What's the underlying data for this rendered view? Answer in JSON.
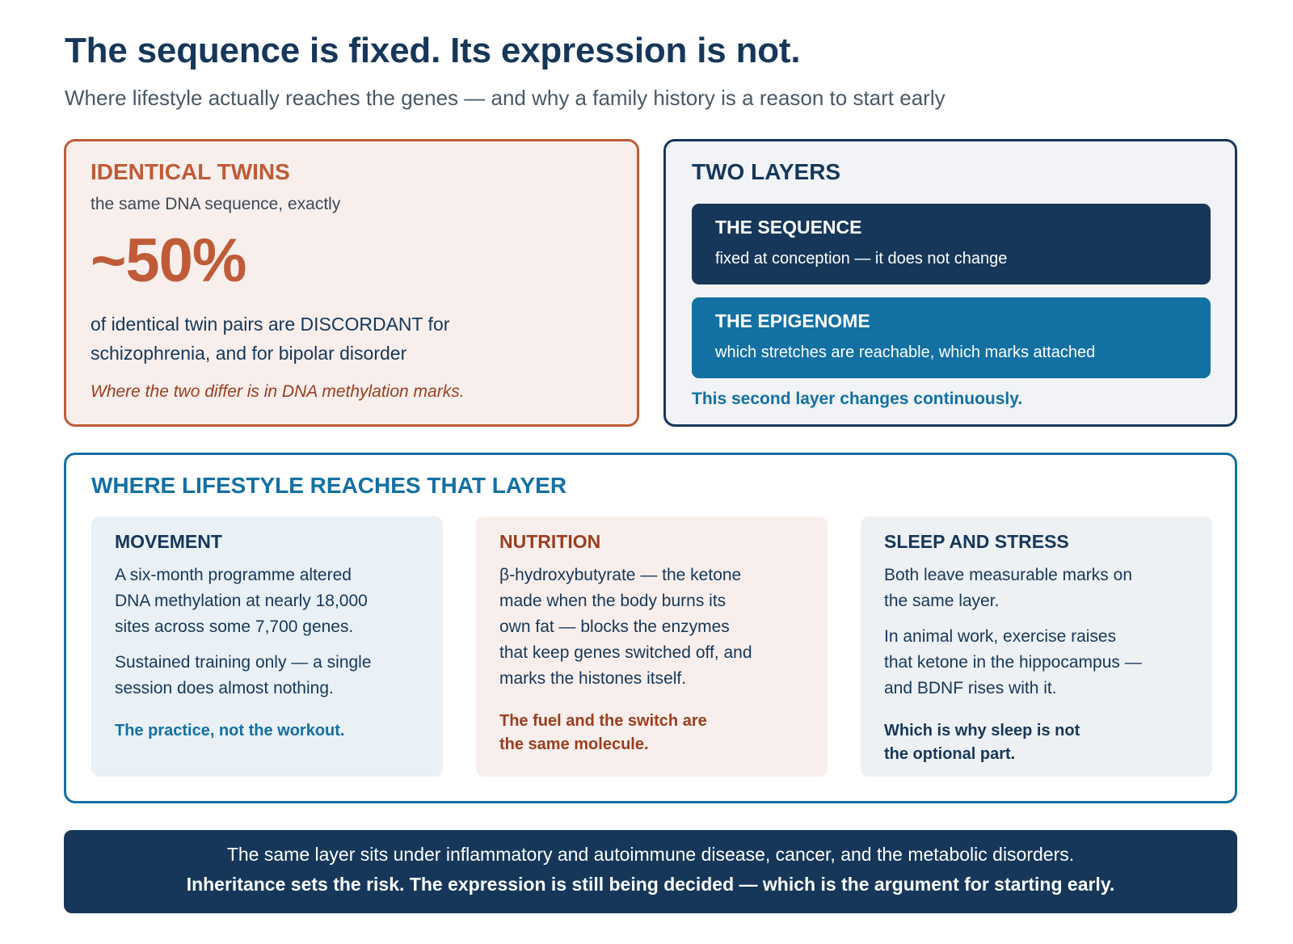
{
  "header": {
    "title": "The sequence is fixed. Its expression is not.",
    "subtitle": "Where lifestyle actually reaches the genes — and why a family history is a reason to start early"
  },
  "twins": {
    "title": "IDENTICAL TWINS",
    "subtitle": "the same DNA sequence, exactly",
    "stat": "~50%",
    "description_line1": "of identical twin pairs are DISCORDANT for",
    "description_line2": "schizophrenia, and for bipolar disorder",
    "note": "Where the two differ is in DNA methylation marks."
  },
  "layers": {
    "title": "TWO LAYERS",
    "sequence": {
      "name": "THE SEQUENCE",
      "description": "fixed at conception — it does not change"
    },
    "epigenome": {
      "name": "THE EPIGENOME",
      "description": "which stretches are reachable, which marks attached"
    },
    "note": "This second layer changes continuously."
  },
  "lifestyle": {
    "title": "WHERE LIFESTYLE REACHES THAT LAYER",
    "columns": [
      {
        "title": "MOVEMENT",
        "paragraphs": [
          [
            "A six-month programme altered",
            "DNA methylation at nearly 18,000",
            "sites across some 7,700 genes."
          ],
          [
            "Sustained training only — a single",
            "session does almost nothing."
          ]
        ],
        "takeaway": [
          "The practice, not the workout."
        ]
      },
      {
        "title": "NUTRITION",
        "paragraphs": [
          [
            "β-hydroxybutyrate — the ketone",
            "made when the body burns its",
            "own fat — blocks the enzymes",
            "that keep genes switched off, and",
            "marks the histones itself."
          ]
        ],
        "takeaway": [
          "The fuel and the switch are",
          "the same molecule."
        ]
      },
      {
        "title": "SLEEP AND STRESS",
        "paragraphs": [
          [
            "Both leave measurable marks on",
            "the same layer."
          ],
          [
            "In animal work, exercise raises",
            "that ketone in the hippocampus —",
            "and BDNF rises with it."
          ]
        ],
        "takeaway": [
          "Which is why sleep is not",
          "the optional part."
        ]
      }
    ]
  },
  "banner": {
    "line1": "The same layer sits under inflammatory and autoimmune disease, cancer, and the metabolic disorders.",
    "line2": "Inheritance sets the risk. The expression is still being decided — which is the argument for starting early."
  },
  "colors": {
    "navy": "#16375a",
    "blue": "#1370a3",
    "rust": "#bf5b37",
    "dark_rust": "#9c3d1f"
  }
}
